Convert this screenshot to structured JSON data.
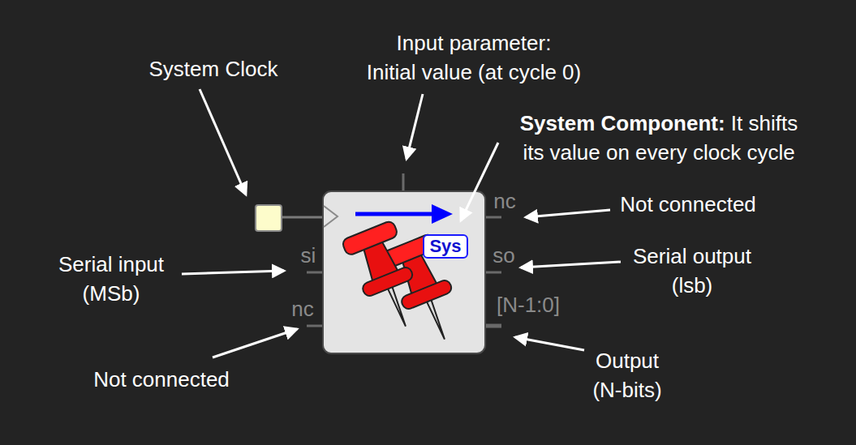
{
  "diagram": {
    "nodes": [
      {
        "text": [
          "Sys"
        ]
      }
    ],
    "labels": [
      "Input parameter: Initial value (at cycle 0)",
      "System Clock",
      "System Component:",
      "It shifts its value on every clock cycle",
      "nc",
      "Not connected",
      "si",
      "so",
      "Serial input (MSb)",
      "Serial output (lsb)",
      "[N-1:0]",
      "nc",
      "Output (N-bits)",
      "Not connected"
    ]
  }
}
